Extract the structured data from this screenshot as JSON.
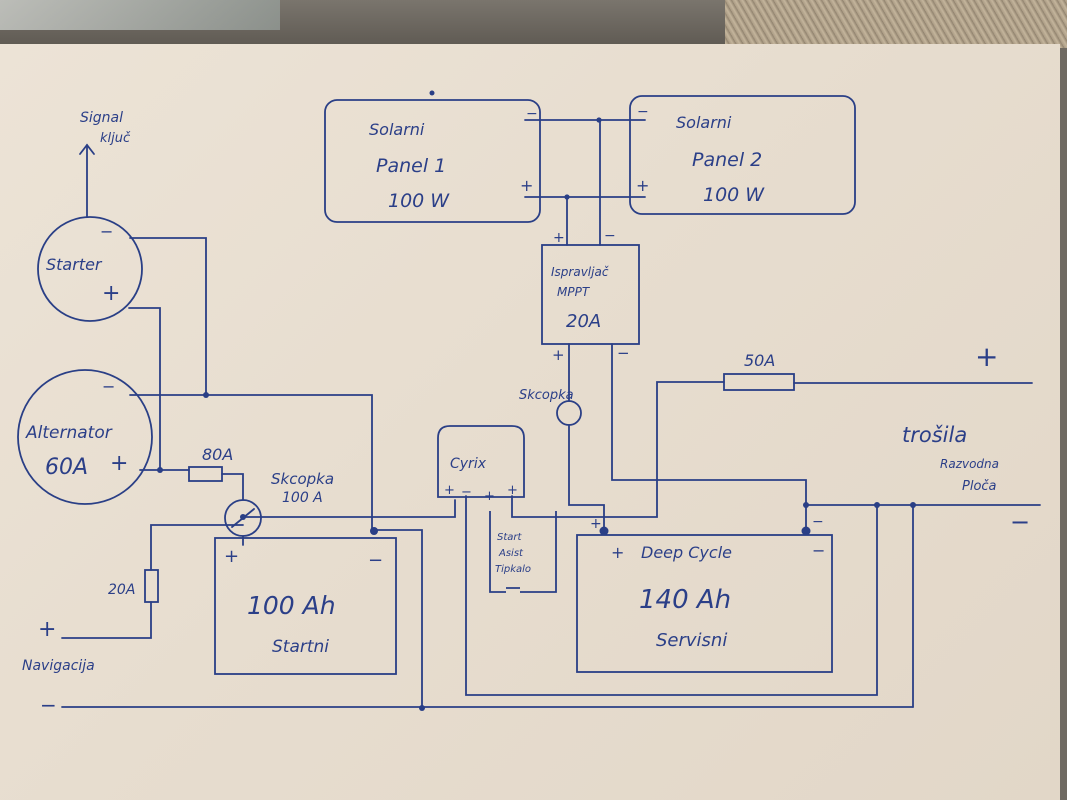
{
  "labels": {
    "signal_line1": "Signal",
    "signal_line2": "ključ",
    "starter": "Starter",
    "alternator": "Alternator",
    "alternator_rating": "60A",
    "fuse_80a": "80A",
    "skopka_top": "Skcopka",
    "skopka_top_rating": "100 A",
    "panel1_line1": "Solarni",
    "panel1_line2": "Panel 1",
    "panel1_line3": "100 W",
    "panel2_line1": "Solarni",
    "panel2_line2": "Panel 2",
    "panel2_line3": "100 W",
    "mppt_line1": "Ispravljač",
    "mppt_line2": "MPPT",
    "mppt_line3": "20A",
    "skopka_mid": "Skcopka",
    "fuse_50a": "50A",
    "trosila": "trošila",
    "razvodna_line1": "Razvodna",
    "razvodna_line2": "Ploča",
    "cyrix": "Cyrix",
    "start_line1": "Start",
    "start_line2": "Asist",
    "start_line3": "Tipkalo",
    "fuse_20a": "20A",
    "battery_start_cap": "100 Ah",
    "battery_start_name": "Startni",
    "battery_deep_title": "Deep Cycle",
    "battery_deep_cap": "140 Ah",
    "battery_deep_name": "Servisni",
    "navigacija": "Navigacija",
    "plus": "+",
    "minus": "−"
  }
}
